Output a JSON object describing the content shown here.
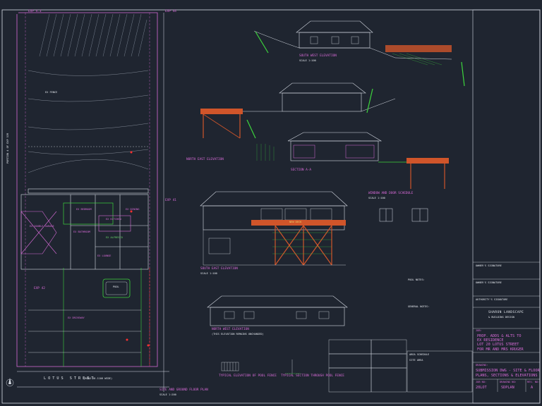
{
  "site_plan": {
    "eep_top_left": "EXP 4.3",
    "eep_top_right": "EXP 44",
    "eep_mid": "EXP 41",
    "eep_low": "EXP 42",
    "street_name": "LOTUS   STREET",
    "street_width": "(ROAD 20.1166 WIDE)",
    "side_label": "PORTION 4 OF EXP 539",
    "lot_label": "EX FENCE",
    "garage": "EX DOUBLE GARAGE",
    "bedroom": "EX BEDROOM",
    "kitchen": "EX KITCHEN",
    "lounge": "EX LOUNGE",
    "alfresco": "EX ALFRESCO",
    "bathroom": "EX BATHROOM",
    "dining": "EX DINING",
    "pool": "POOL",
    "driveway": "EX DRIVEWAY",
    "title": "SITE AND GROUND FLOOR PLAN",
    "scale": "SCALE 1:200"
  },
  "elevations": {
    "south_west": "SOUTH WEST ELEVATION",
    "north_east": "NORTH EAST ELEVATION",
    "section_aa": "SECTION A-A",
    "south_east": "SOUTH EAST ELEVATION",
    "north_west": "NORTH WEST ELEVATION",
    "north_west_note": "(THIS ELEVATION REMAINS UNCHANGED)",
    "window_door": "WINDOW AND DOOR SCHEDULE",
    "scale": "SCALE 1:100",
    "new_deck": "NEW DECK",
    "fence_detail": "TYPICAL ELEVATION OF POOL FENCE",
    "fence_section": "TYPICAL SECTION THROUGH POOL FENCE"
  },
  "notes": {
    "pool_notes": "POOL NOTES:",
    "general_notes": "GENERAL NOTES:",
    "area_schedule": "AREA SCHEDULE",
    "site_area": "SITE AREA",
    "owners_sig": "OWNER'S SIGNATURE",
    "authority_sig": "AUTHORITY'S SIGNATURE"
  },
  "title_block": {
    "company_line1": "SHARON LANDSCAPE",
    "company_line2": "& BUILDING DESIGN",
    "job_label": "JOB:",
    "job_line1": "PROP. ADDS & ALTS TO",
    "job_line2": "EX RESIDENCE",
    "job_line3": "LOT 20 LOTUS STREET",
    "client": "FOR MR AND MRS KRUGER",
    "drawing_label": "DRAWING:",
    "drawing_line1": "SUBMISSION DWG - SITE & FLOOR",
    "drawing_line2": "PLANS, SECTIONS & ELEVATIONS",
    "job_no_label": "JOB NO:",
    "drawing_no_label": "DRAWING NO:",
    "rev_label": "REV. NO:",
    "job_no": "20LOT",
    "drawing_no": "SDPLAN",
    "rev_no": "A"
  },
  "colors": {
    "background": "#1f2530",
    "line": "#d8dde6",
    "magenta": "#d86bd8",
    "green": "#3cd43c",
    "orange": "#d0552a",
    "yellow": "#e8d36a",
    "red": "#ff3030"
  }
}
